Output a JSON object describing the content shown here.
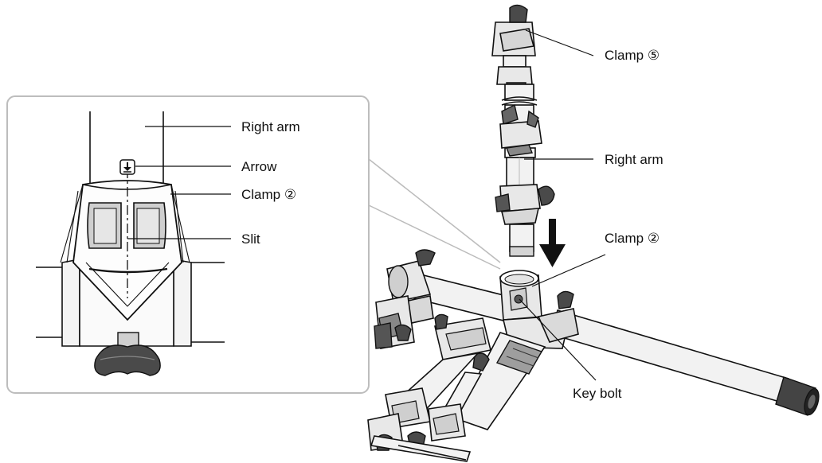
{
  "labels": {
    "clamp5": "Clamp ⑤",
    "right_arm_main": "Right arm",
    "clamp2_main": "Clamp ②",
    "key_bolt": "Key bolt",
    "inset_right_arm": "Right arm",
    "inset_arrow": "Arrow",
    "inset_clamp2": "Clamp ②",
    "inset_slit": "Slit"
  },
  "icons": {
    "insertion_arrow": "down-arrow-icon",
    "clamp_arrow_mark": "arrow-down-box-icon"
  }
}
